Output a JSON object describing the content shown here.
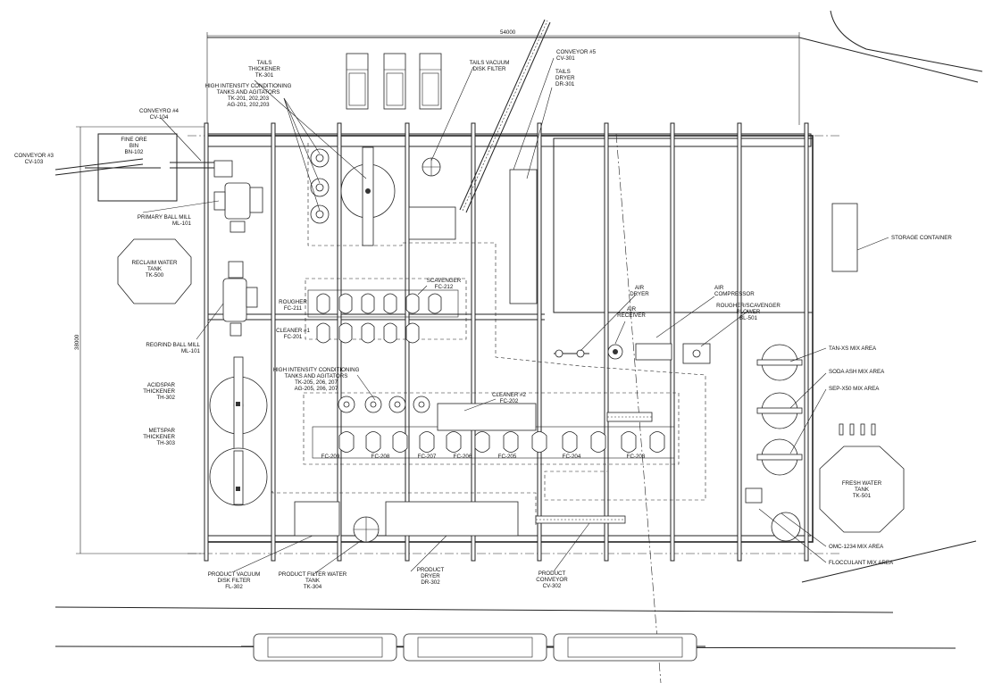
{
  "dimensions": {
    "width_label": "54000",
    "height_label": "38000"
  },
  "labels": {
    "conveyor3": [
      "CONVEYOR #3",
      "CV-103"
    ],
    "conveyor4": [
      "CONVEYRO #4",
      "CV-104"
    ],
    "fine_ore_bin": [
      "FINE ORE",
      "BIN",
      "BN-102"
    ],
    "primary_ball_mill": [
      "PRIMARY BALL MILL",
      "ML-101"
    ],
    "reclaim_water_tank": [
      "RECLAIM WATER",
      "TANK",
      "TK-500"
    ],
    "regrind_ball_mill": [
      "REGRIND BALL MILL",
      "ML-101"
    ],
    "acidspar_thickener": [
      "ACIDSPAR",
      "THICKENER",
      "TH-302"
    ],
    "metspar_thickener": [
      "METSPAR",
      "THICKENER",
      "TH-303"
    ],
    "tails_thickener": [
      "TAILS",
      "THICKENER",
      "TK-301"
    ],
    "hic_top": [
      "HIGH INTENSITY CONDITIONING",
      "TANKS AND AGITATORS",
      "TK-201, 202,203",
      "AG-201, 202,203"
    ],
    "tails_vacuum_filter": [
      "TAILS VACUUM",
      "DISK FILTER"
    ],
    "conveyor5": [
      "CONVEYOR #5",
      "CV-301"
    ],
    "tails_dryer": [
      "TAILS",
      "DRYER",
      "DR-301"
    ],
    "rougher": [
      "ROUGHER",
      "FC-211"
    ],
    "scavenger": [
      "SCAVENGER",
      "FC-212"
    ],
    "cleaner1": [
      "CLEANER #1",
      "FC-201"
    ],
    "hic_mid": [
      "HIGH INTENSITY CONDITIONING",
      "TANKS AND AGITATORS",
      "TK-205, 206, 207",
      "AG-205, 206, 207"
    ],
    "cleaner2": [
      "CLEANER #2",
      "FC-202"
    ],
    "air_dryer": [
      "AIR",
      "DRYER"
    ],
    "air_receiver": [
      "AIR",
      "RECEIVER"
    ],
    "air_compressor": [
      "AIR",
      "COMPRESSOR"
    ],
    "blower": [
      "ROUGHER/SCAVENGER",
      "BLOWER",
      "BL-501"
    ],
    "storage_container": [
      "STORAGE CONTAINER"
    ],
    "tanxs": [
      "TAN-XS MIX AREA"
    ],
    "soda_ash": [
      "SODA ASH MIX AREA"
    ],
    "sepx50": [
      "SEP-X50 MIX AREA"
    ],
    "fresh_water_tank": [
      "FRESH WATER",
      "TANK",
      "TK-501"
    ],
    "omc": [
      "OMC-1234 MIX AREA"
    ],
    "flocculant": [
      "FLOCCULANT MIX AREA"
    ],
    "product_vacuum_filter": [
      "PRODUCT VACUUM",
      "DISK FILTER",
      "FL-302"
    ],
    "product_filter_tank": [
      "PRODUCT FILTER WATER",
      "TANK",
      "TK-304"
    ],
    "product_dryer": [
      "PRODUCT",
      "DRYER",
      "DR-302"
    ],
    "product_conveyor": [
      "PRODUCT",
      "CONVEYOR",
      "CV-302"
    ]
  },
  "cell_labels": [
    "FC-209",
    "FC-208",
    "FC-207",
    "FC-206",
    "FC-205",
    "FC-204",
    "FC-203"
  ]
}
